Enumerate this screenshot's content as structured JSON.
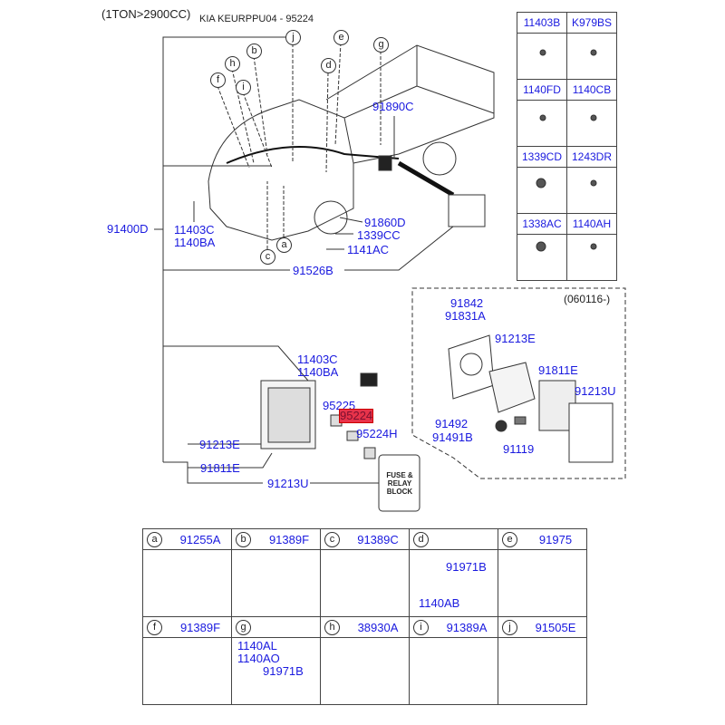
{
  "header": {
    "variant": "(1TON>2900CC)",
    "subtitle": "KIA KEURPPU04 - 95224"
  },
  "callouts": [
    "j",
    "b",
    "h",
    "f",
    "i",
    "e",
    "d",
    "g",
    "c",
    "a"
  ],
  "main_labels": {
    "l91400D": "91400D",
    "l11403C": "11403C",
    "l1140BA": "1140BA",
    "l91890C": "91890C",
    "l91860D": "91860D",
    "l1339CC": "1339CC",
    "l1141AC": "1141AC",
    "l91526B": "91526B",
    "b11403C": "11403C",
    "b1140BA": "1140BA",
    "l95225": "95225",
    "l95224": "95224",
    "l95224H": "95224H",
    "l91213E": "91213E",
    "l91811E": "91811E",
    "l91213U": "91213U"
  },
  "inset": {
    "date": "(060116-)",
    "l91842": "91842",
    "l91831A": "91831A",
    "l91213E": "91213E",
    "l91811E": "91811E",
    "l91213U": "91213U",
    "l91492": "91492",
    "l91491B": "91491B",
    "l91119": "91119",
    "box_text": "FUSE & RELAY BLOCK"
  },
  "fastener_table": [
    [
      "11403B",
      "K979BS"
    ],
    [
      "1140FD",
      "1140CB"
    ],
    [
      "1339CD",
      "1243DR"
    ],
    [
      "1338AC",
      "1140AH"
    ]
  ],
  "bracket_table": [
    [
      {
        "letter": "a",
        "part": "91255A"
      },
      {
        "letter": "b",
        "part": "91389F"
      },
      {
        "letter": "c",
        "part": "91389C"
      },
      {
        "letter": "d",
        "part": "",
        "sub": [
          "91971B",
          "1140AB"
        ]
      },
      {
        "letter": "e",
        "part": "91975"
      }
    ],
    [
      {
        "letter": "f",
        "part": "91389F"
      },
      {
        "letter": "g",
        "part": "",
        "sub": [
          "1140AL",
          "1140AO",
          "91971B"
        ]
      },
      {
        "letter": "h",
        "part": "38930A"
      },
      {
        "letter": "i",
        "part": "91389A"
      },
      {
        "letter": "j",
        "part": "91505E"
      }
    ]
  ],
  "colors": {
    "label": "#1a1adf",
    "highlight": "#e8334a"
  }
}
